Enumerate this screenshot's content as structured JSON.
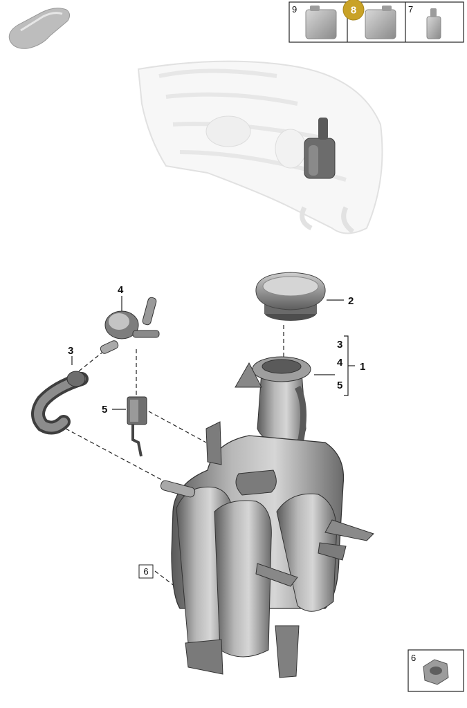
{
  "thumbnails": {
    "vehicle_icon": "car-silhouette-icon",
    "top_strip": [
      {
        "number": "9",
        "icon": "jerrycan-icon"
      },
      {
        "number": "8",
        "icon": "jerrycan-icon",
        "selected": true
      },
      {
        "number": "7",
        "icon": "bottle-icon"
      }
    ],
    "selected_badge_color": "#c9a227",
    "bottom_right": {
      "number": "6",
      "icon": "nut-icon"
    }
  },
  "callouts": {
    "cap": "2",
    "breather_valve": "4",
    "hose": "3",
    "sensor": "5",
    "bracket_group": {
      "items": [
        "3",
        "4",
        "5"
      ],
      "group": "1"
    },
    "tank_ref": "6"
  }
}
